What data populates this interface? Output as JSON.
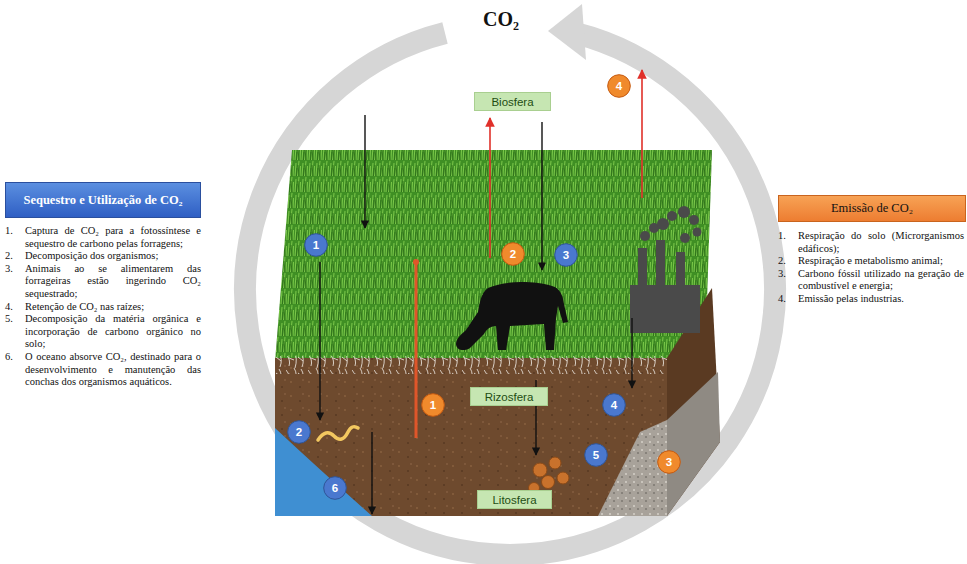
{
  "diagram": {
    "title": "CO₂",
    "nodes": [
      {
        "text": [
          "Sequestro e Utilização de CO₂"
        ]
      },
      {
        "text": [
          "Emissão de CO₂"
        ]
      },
      {
        "text": [
          "Biosfera"
        ]
      },
      {
        "text": [
          "Rizosfera"
        ]
      },
      {
        "text": [
          "Litosfera"
        ]
      },
      {
        "text": [
          "1"
        ]
      },
      {
        "text": [
          "2"
        ]
      },
      {
        "text": [
          "3"
        ]
      },
      {
        "text": [
          "4"
        ]
      },
      {
        "text": [
          "5"
        ]
      },
      {
        "text": [
          "6"
        ]
      },
      {
        "text": [
          "1"
        ]
      },
      {
        "text": [
          "2"
        ]
      },
      {
        "text": [
          "3"
        ]
      },
      {
        "text": [
          "4"
        ]
      }
    ],
    "labels": [
      "1.",
      "Captura de CO₂ para a fotossíntese e sequestro de carbono pelas forragens;",
      "2.",
      "Decomposição dos organismos;",
      "3.",
      "Animais ao se alimentarem das forrageiras estão ingerindo CO₂ sequestrado;",
      "4.",
      "Retenção de CO₂ nas raízes;",
      "5.",
      "Decomposição da matéria orgânica e incorporação de carbono orgânico no solo;",
      "6.",
      "O oceano absorve CO₂, destinado para o desenvolvimento e manutenção das conchas dos organismos aquáticos.",
      "1.",
      "Respiração do solo (Microrganismos edáficos);",
      "2.",
      "Respiração e metabolismo animal;",
      "3.",
      "Carbono fóssil utilizado na geração de combustível e energia;",
      "4.",
      "Emissão pelas industrias."
    ]
  }
}
